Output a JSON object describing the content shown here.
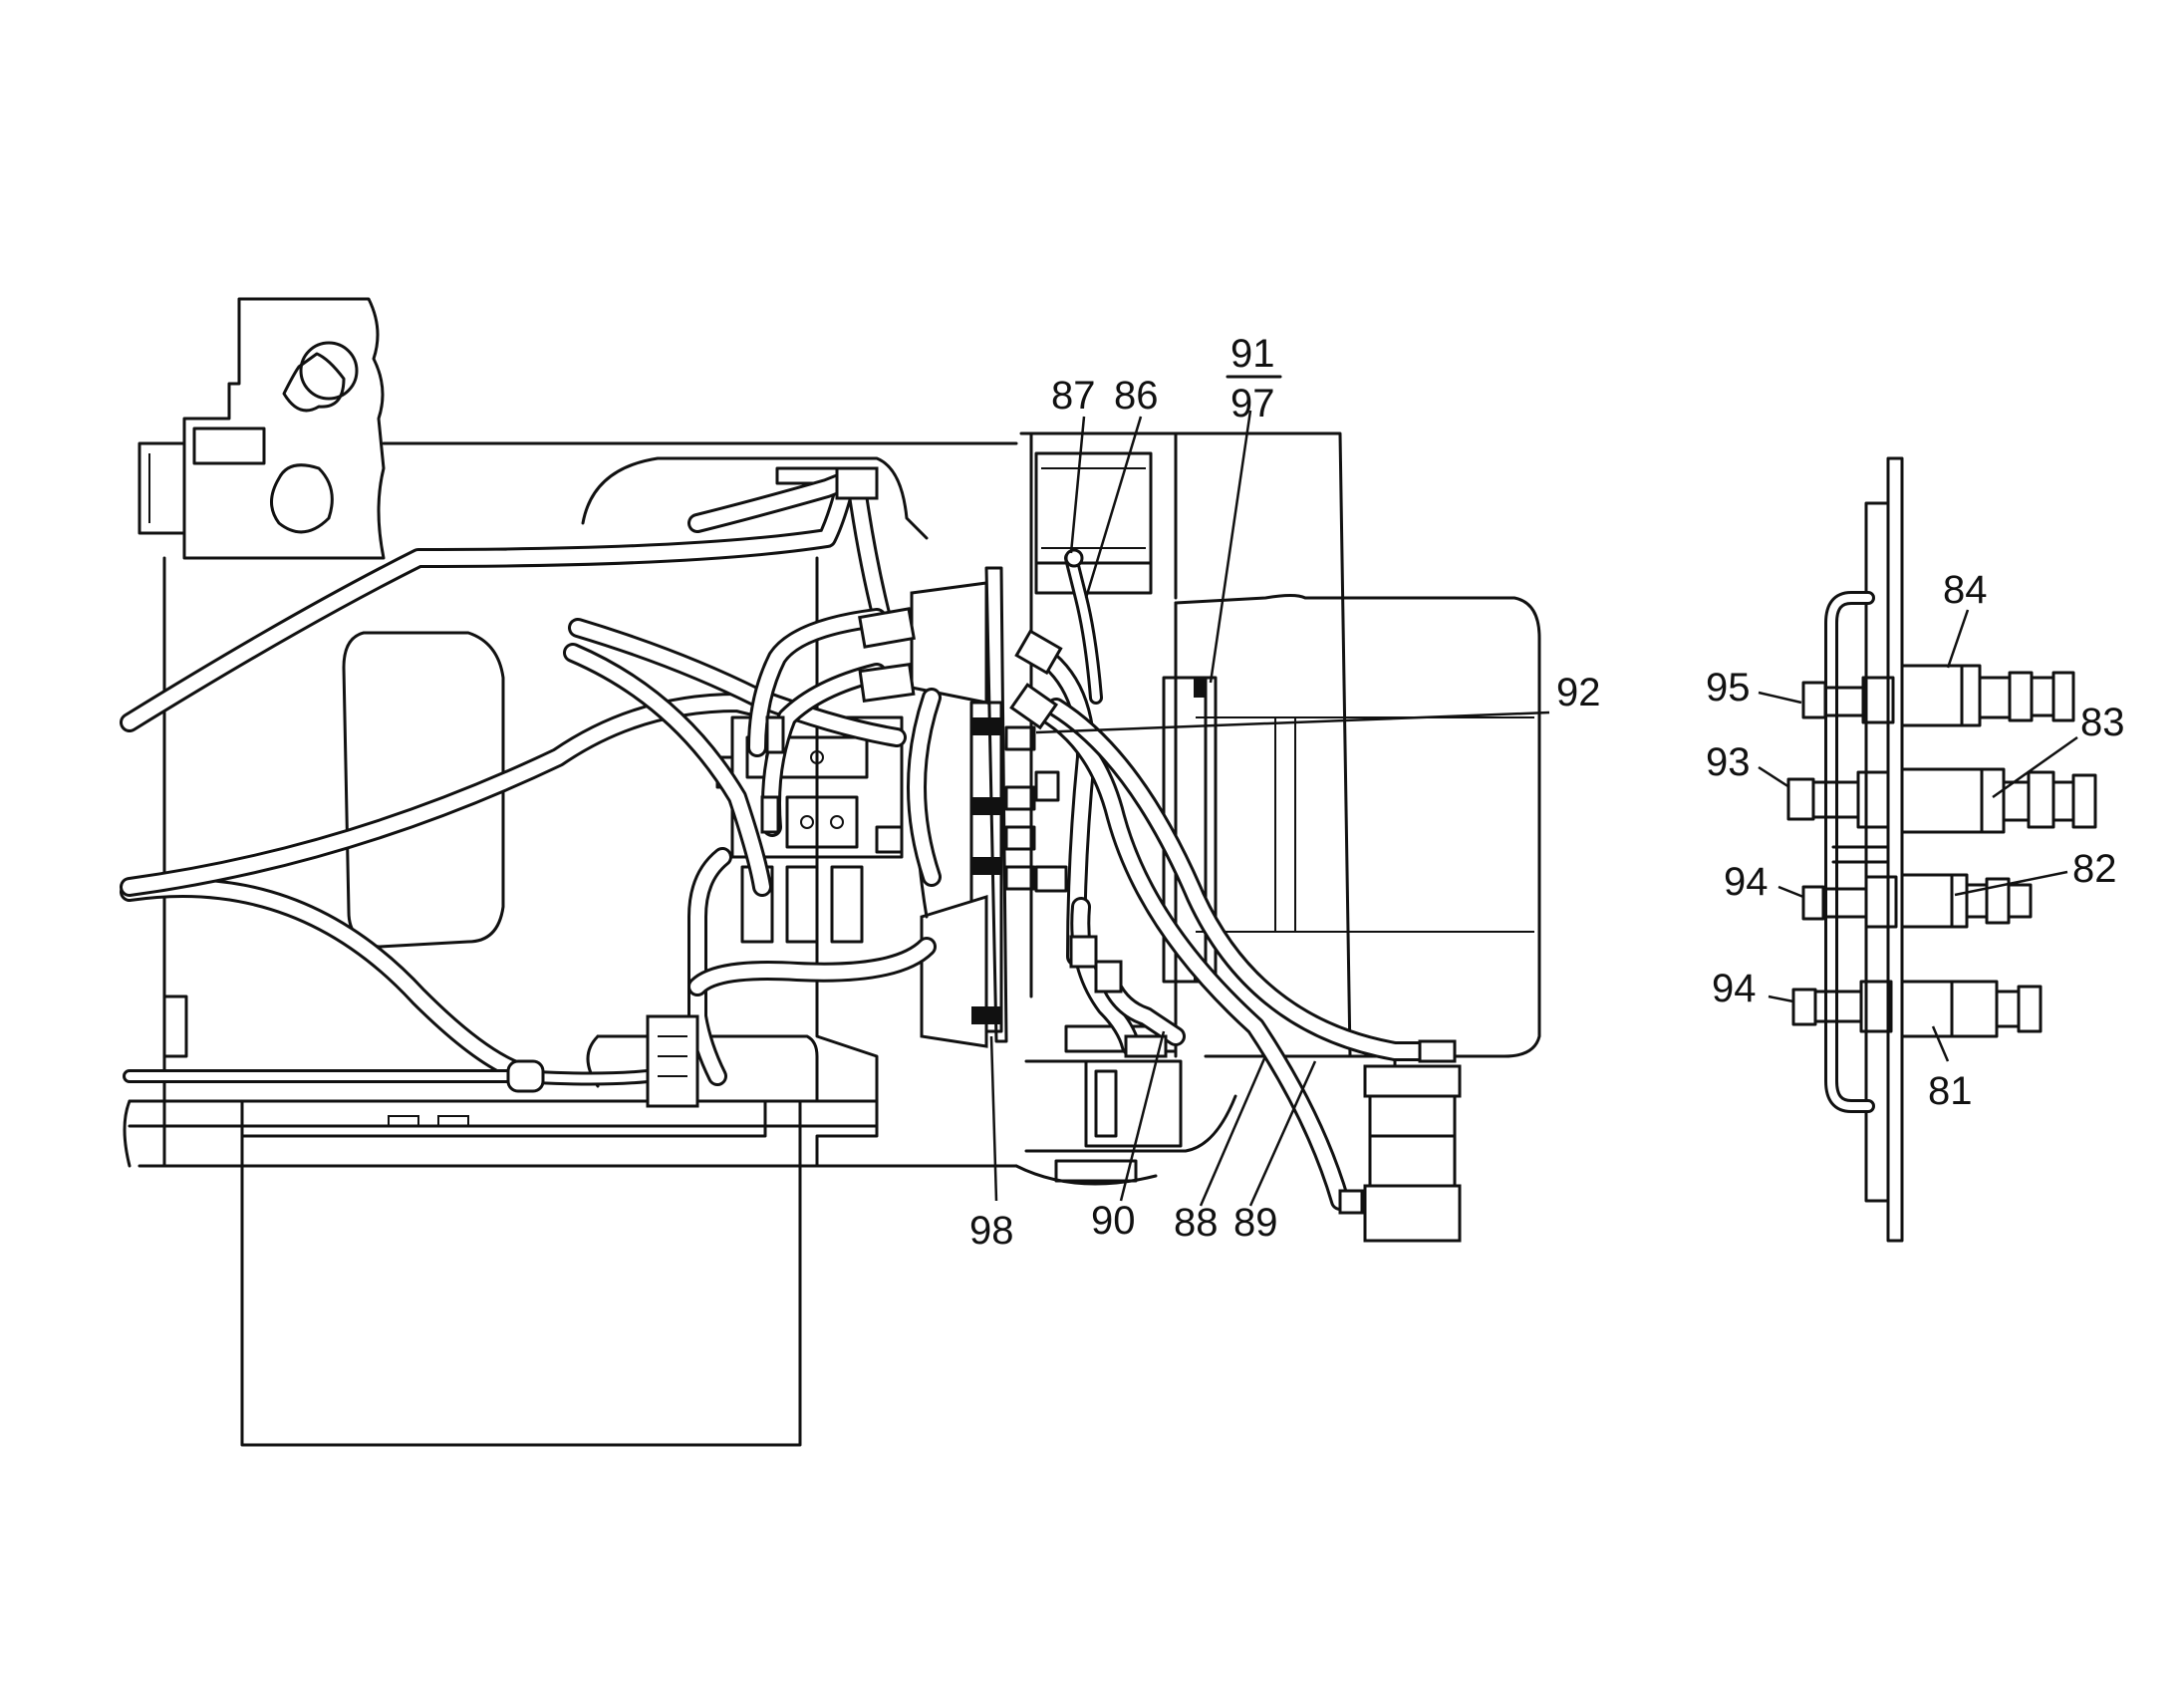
{
  "callouts": {
    "c87": "87",
    "c86": "86",
    "c91": "91",
    "c97": "97",
    "c92": "92",
    "c98": "98",
    "c90": "90",
    "c88": "88",
    "c89": "89",
    "c84": "84",
    "c95": "95",
    "c83": "83",
    "c93": "93",
    "c94a": "94",
    "c82": "82",
    "c94b": "94",
    "c81": "81"
  },
  "colors": {
    "ink": "#111111",
    "paper": "#ffffff"
  }
}
